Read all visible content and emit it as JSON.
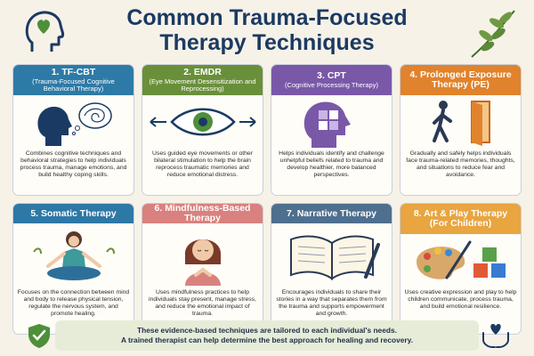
{
  "header": {
    "title_line1": "Common Trauma-Focused",
    "title_line2": "Therapy Techniques"
  },
  "colors": {
    "tfcbt": "#2e7aa6",
    "emdr": "#6a8f3a",
    "cpt": "#7a58a8",
    "pe": "#e0832c",
    "somatic": "#2e78a6",
    "mindfulness": "#d9817e",
    "narrative": "#4e6f8e",
    "art": "#e8a540"
  },
  "cards": [
    {
      "title": "1. TF-CBT",
      "subtitle": "(Trauma-Focused Cognitive Behavioral Therapy)",
      "desc": "Combines cognitive techniques and behavioral strategies to help individuals process trauma, manage emotions, and build healthy coping skills."
    },
    {
      "title": "2. EMDR",
      "subtitle": "(Eye Movement Desensitization and Reprocessing)",
      "desc": "Uses guided eye movements or other bilateral stimulation to help the brain reprocess traumatic memories and reduce emotional distress."
    },
    {
      "title": "3. CPT",
      "subtitle": "(Cognitive Processing Therapy)",
      "desc": "Helps individuals identify and challenge unhelpful beliefs related to trauma and develop healthier, more balanced perspectives."
    },
    {
      "title": "4. Prolonged Exposure Therapy (PE)",
      "subtitle": "",
      "desc": "Gradually and safely helps individuals face trauma-related memories, thoughts, and situations to reduce fear and avoidance."
    },
    {
      "title": "5. Somatic Therapy",
      "subtitle": "",
      "desc": "Focuses on the connection between mind and body to release physical tension, regulate the nervous system, and promote healing."
    },
    {
      "title": "6. Mindfulness-Based Therapy",
      "subtitle": "",
      "desc": "Uses mindfulness practices to help individuals stay present, manage stress, and reduce the emotional impact of trauma."
    },
    {
      "title": "7. Narrative Therapy",
      "subtitle": "",
      "desc": "Encourages individuals to share their stories in a way that separates them from the trauma and supports empowerment and growth."
    },
    {
      "title": "8. Art & Play Therapy (For Children)",
      "subtitle": "",
      "desc": "Uses creative expression and play to help children communicate, process trauma, and build emotional resilience."
    }
  ],
  "footer": {
    "line1": "These evidence-based techniques are tailored to each individual's needs.",
    "line2": "A trained therapist can help determine the best approach for healing and recovery."
  }
}
